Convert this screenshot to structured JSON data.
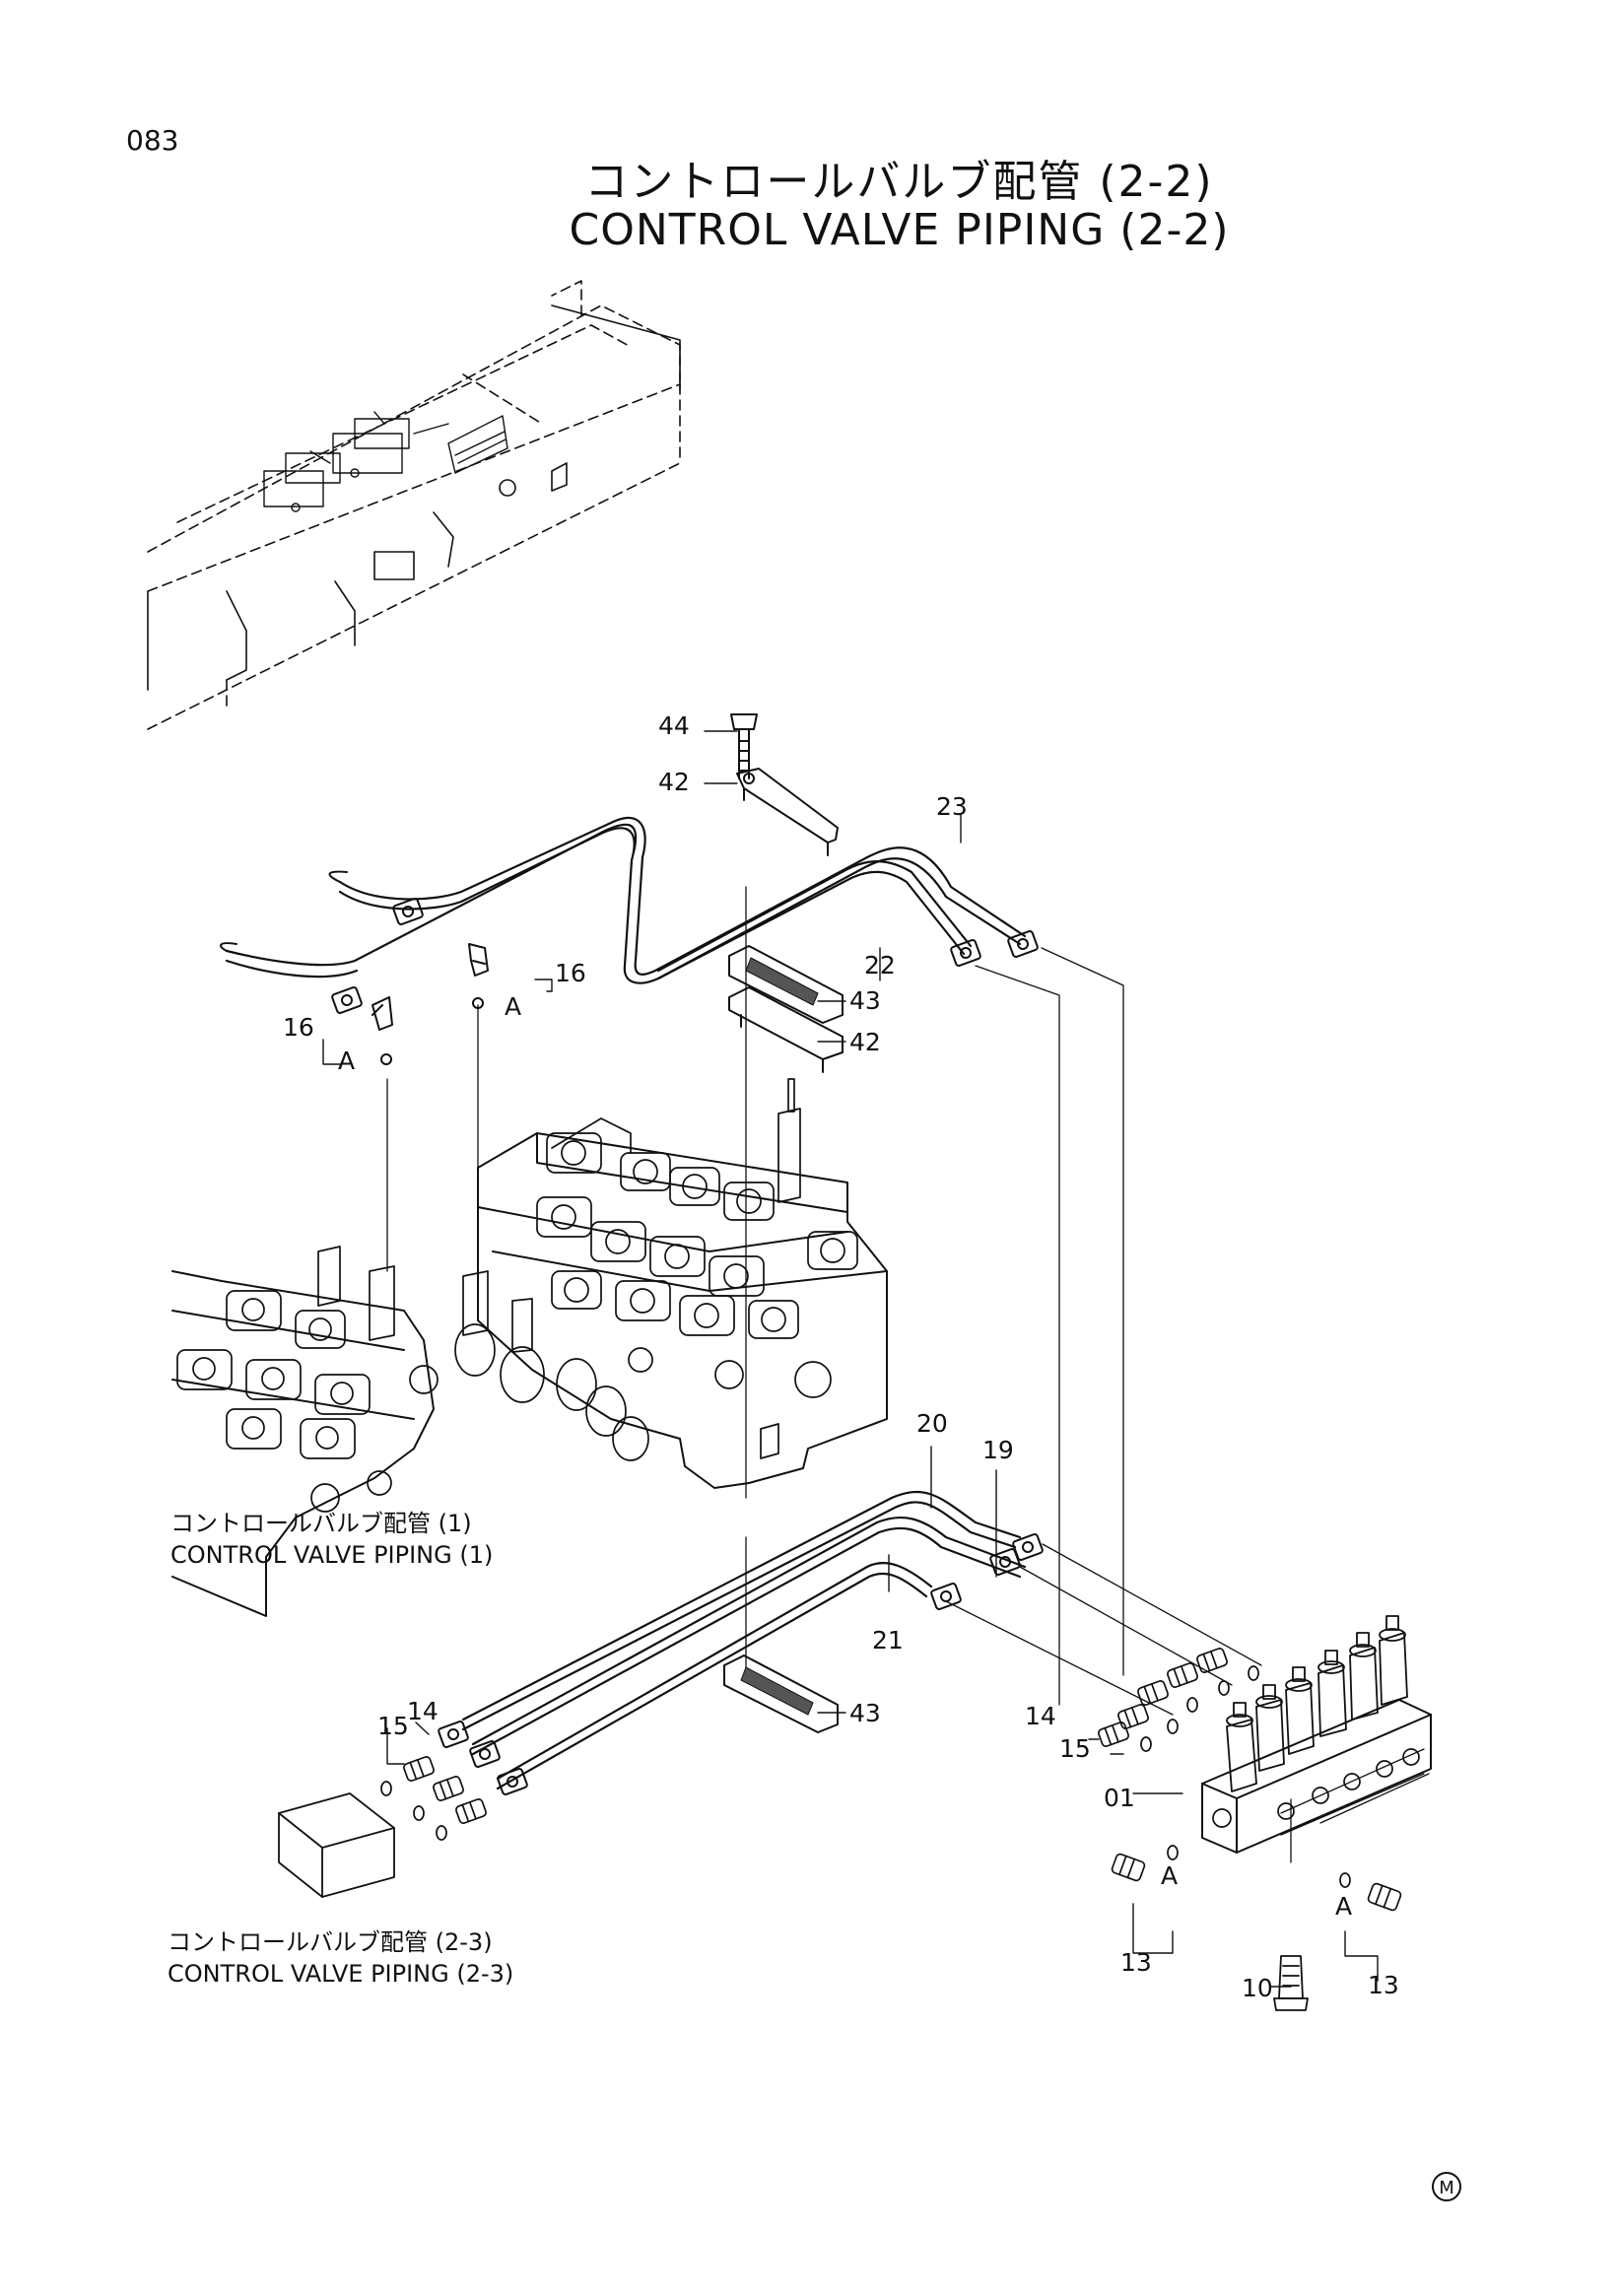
{
  "page_number": "083",
  "title_ja": "コントロールバルブ配管 (2-2)",
  "title_en": "CONTROL VALVE PIPING (2-2)",
  "references": [
    {
      "ja": "コントロールバルブ配管 (1)",
      "en": "CONTROL VALVE PIPING (1)"
    },
    {
      "ja": "コントロールバルブ配管 (2-3)",
      "en": "CONTROL VALVE PIPING (2-3)"
    }
  ],
  "callouts": [
    "44",
    "42",
    "23",
    "22",
    "16",
    "A",
    "16",
    "A",
    "43",
    "42",
    "20",
    "19",
    "21",
    "14",
    "15",
    "43",
    "14",
    "15",
    "01",
    "A",
    "A",
    "13",
    "10",
    "13"
  ],
  "mark": "M"
}
